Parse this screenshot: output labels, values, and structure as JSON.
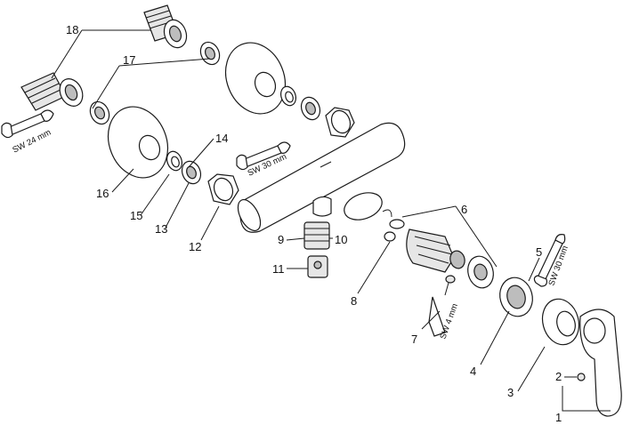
{
  "diagram": {
    "callouts": [
      "1",
      "2",
      "3",
      "4",
      "5",
      "6",
      "7",
      "8",
      "9",
      "10",
      "11",
      "12",
      "13",
      "14",
      "15",
      "16",
      "17",
      "18"
    ],
    "wrench_labels": {
      "sw24": "SW 24 mm",
      "sw30_upper": "SW 30 mm",
      "sw30_right": "SW 30 mm",
      "sw4": "SW 4 mm"
    }
  }
}
